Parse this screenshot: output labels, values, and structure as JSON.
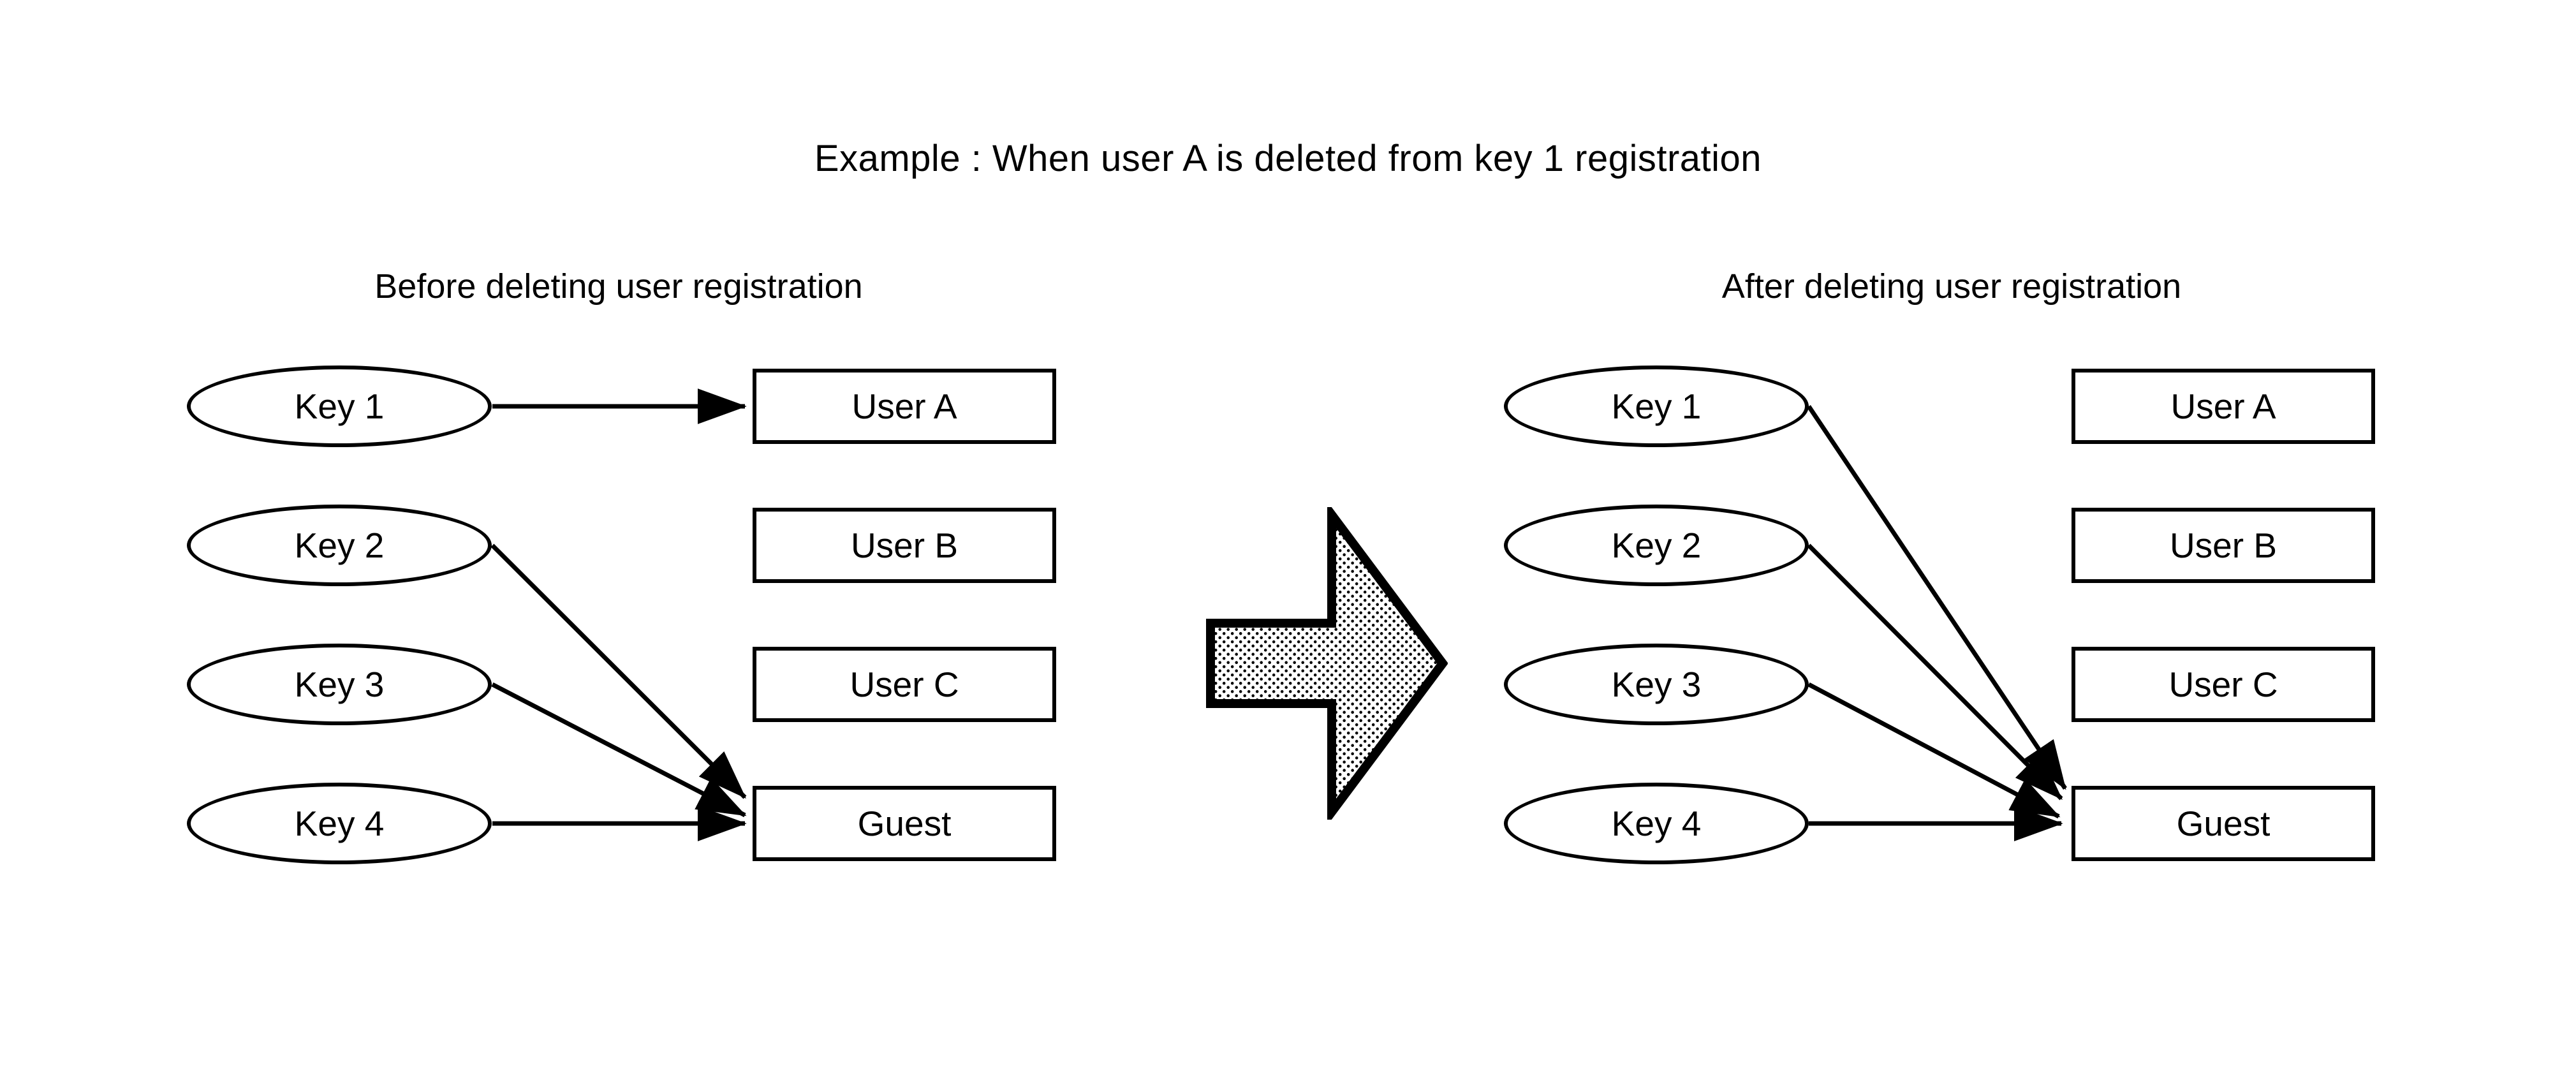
{
  "title": "Example : When user A is deleted from key 1 registration",
  "panels": [
    {
      "id": "before",
      "heading": "Before deleting user registration",
      "keys": [
        {
          "label": "Key 1"
        },
        {
          "label": "Key 2"
        },
        {
          "label": "Key 3"
        },
        {
          "label": "Key 4"
        }
      ],
      "users": [
        {
          "label": "User A"
        },
        {
          "label": "User B"
        },
        {
          "label": "User C"
        },
        {
          "label": "Guest"
        }
      ],
      "links": [
        {
          "from": "Key 1",
          "to": "User A"
        },
        {
          "from": "Key 2",
          "to": "Guest"
        },
        {
          "from": "Key 3",
          "to": "Guest"
        },
        {
          "from": "Key 4",
          "to": "Guest"
        }
      ]
    },
    {
      "id": "after",
      "heading": "After deleting user registration",
      "keys": [
        {
          "label": "Key 1"
        },
        {
          "label": "Key 2"
        },
        {
          "label": "Key 3"
        },
        {
          "label": "Key 4"
        }
      ],
      "users": [
        {
          "label": "User A"
        },
        {
          "label": "User B"
        },
        {
          "label": "User C"
        },
        {
          "label": "Guest"
        }
      ],
      "links": [
        {
          "from": "Key 1",
          "to": "Guest"
        },
        {
          "from": "Key 2",
          "to": "Guest"
        },
        {
          "from": "Key 3",
          "to": "Guest"
        },
        {
          "from": "Key 4",
          "to": "Guest"
        }
      ]
    }
  ],
  "transition": {
    "icon": "right-block-arrow",
    "fill": "dotted-stipple"
  },
  "colors": {
    "stroke": "#000000",
    "background": "#ffffff"
  }
}
